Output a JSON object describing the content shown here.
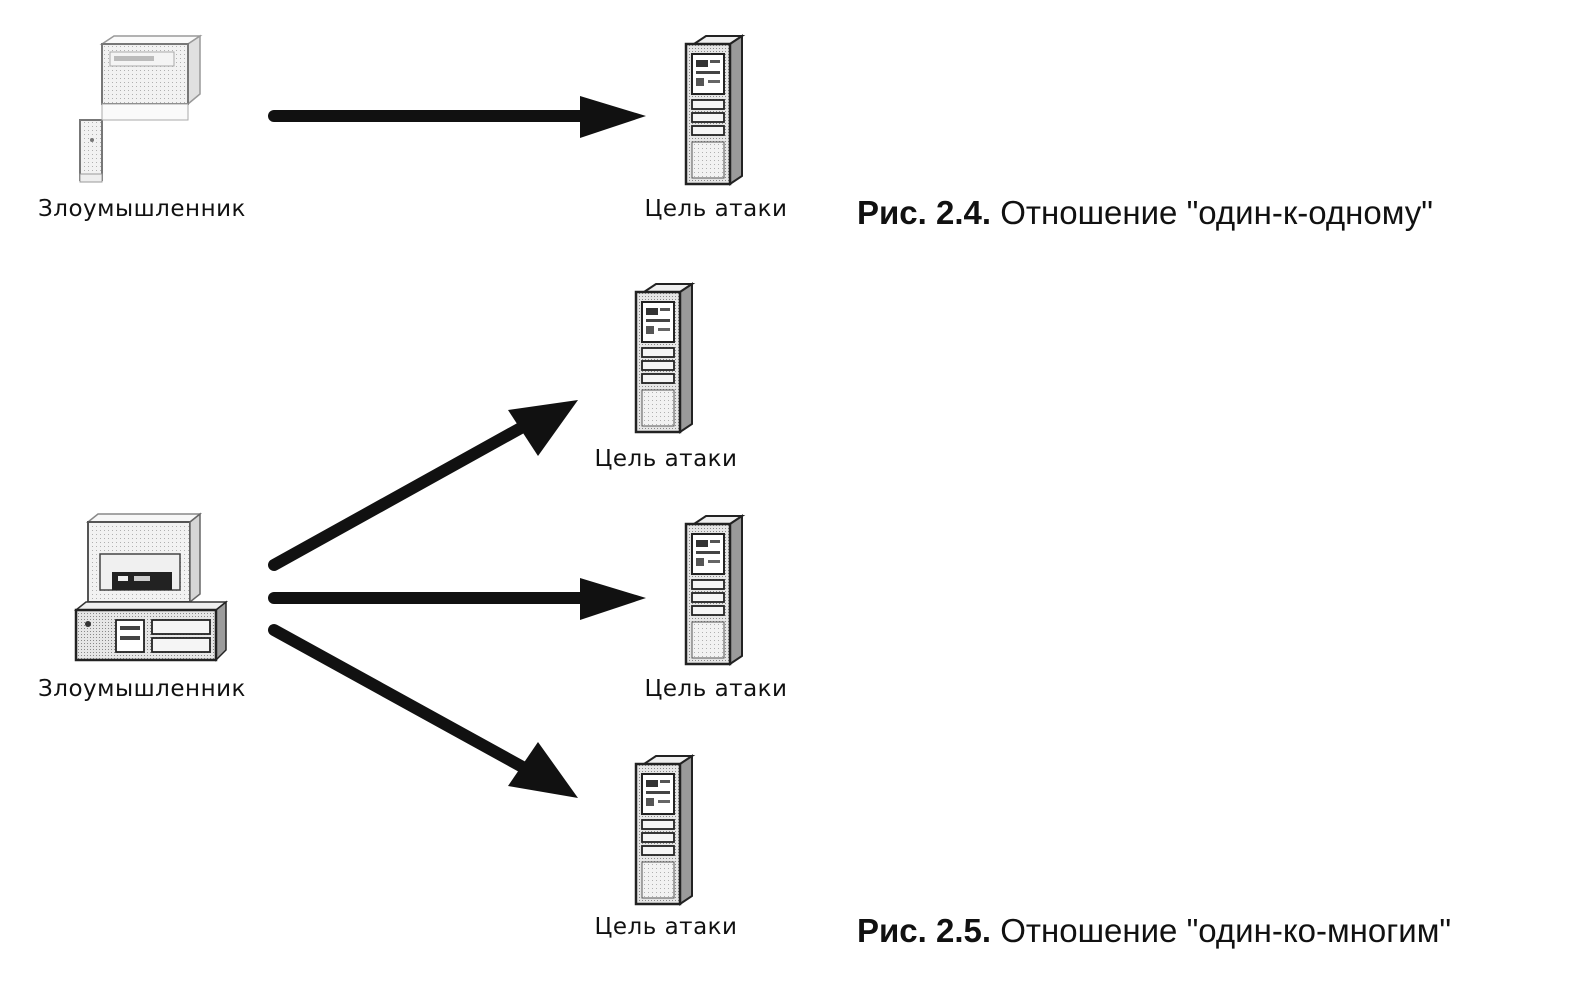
{
  "figure_2_4": {
    "attacker_label": "Злоумышленник",
    "target_label": "Цель атаки",
    "caption_number": "Рис. 2.4.",
    "caption_text": "Отношение \"один-к-одному\""
  },
  "figure_2_5": {
    "attacker_label": "Злоумышленник",
    "target_labels": [
      "Цель атаки",
      "Цель атаки",
      "Цель атаки"
    ],
    "caption_number": "Рис. 2.5.",
    "caption_text": "Отношение \"один-ко-многим\""
  },
  "icons": {
    "attacker": "workstation-icon",
    "target": "server-tower-icon"
  },
  "colors": {
    "arrow": "#111111",
    "icon_outline": "#222222",
    "icon_fill": "#d9d9d9"
  }
}
